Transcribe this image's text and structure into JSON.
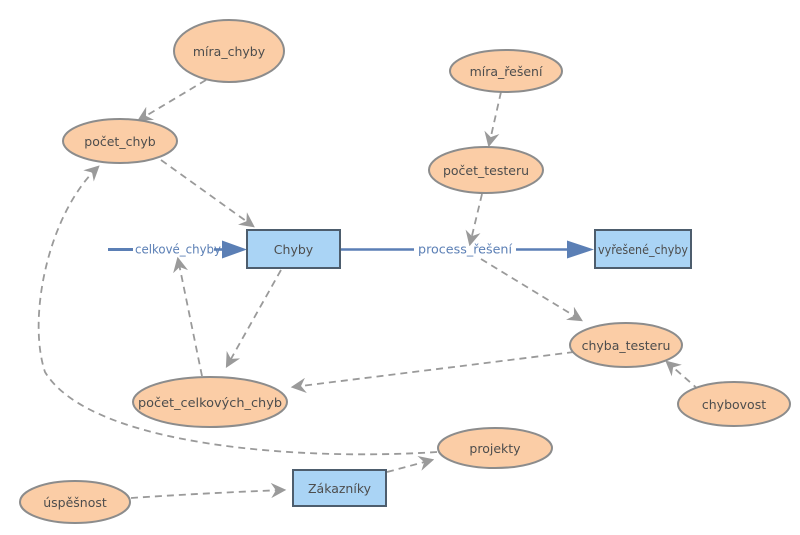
{
  "diagram": {
    "type": "system-dynamics-model",
    "colors": {
      "background": "#ffffff",
      "variable_fill": "#fbcda6",
      "variable_border": "#8c8c8c",
      "stock_fill": "#aad4f5",
      "stock_border": "#4d5d6d",
      "node_text": "#4d4d4d",
      "flow_blue": "#5b7fb5",
      "connector_gray": "#9a9a9a"
    },
    "nodes": {
      "mira_chyby": {
        "label": "míra_chyby",
        "type": "variable"
      },
      "pocet_chyb": {
        "label": "počet_chyb",
        "type": "variable"
      },
      "mira_reseni": {
        "label": "míra_řešení",
        "type": "variable"
      },
      "pocet_testeru": {
        "label": "počet_testeru",
        "type": "variable"
      },
      "chyby": {
        "label": "Chyby",
        "type": "stock"
      },
      "vyresene_chyby": {
        "label": "vyřešené_chyby",
        "type": "stock"
      },
      "chyba_testeru": {
        "label": "chyba_testeru",
        "type": "variable"
      },
      "chybovost": {
        "label": "chybovost",
        "type": "variable"
      },
      "pocet_celkovych_chyb": {
        "label": "počet_celkových_chyb",
        "type": "variable"
      },
      "projekty": {
        "label": "projekty",
        "type": "variable"
      },
      "zakazniky": {
        "label": "Zákazníky",
        "type": "stock"
      },
      "uspesnost": {
        "label": "úspěšnost",
        "type": "variable"
      }
    },
    "flows": [
      {
        "label": "celkové_chyby",
        "from": "source",
        "to": "Chyby"
      },
      {
        "label": "process_řešení",
        "from": "Chyby",
        "to": "vyřešené_chyby"
      }
    ],
    "edges": [
      {
        "from": "míra_chyby",
        "to": "počet_chyb"
      },
      {
        "from": "projekty",
        "to": "počet_chyb"
      },
      {
        "from": "počet_chyb",
        "to": "Chyby"
      },
      {
        "from": "počet_celkových_chyb",
        "to": "celkové_chyby"
      },
      {
        "from": "Chyby",
        "to": "počet_celkových_chyb"
      },
      {
        "from": "chyba_testeru",
        "to": "počet_celkových_chyb"
      },
      {
        "from": "míra_řešení",
        "to": "počet_testeru"
      },
      {
        "from": "počet_testeru",
        "to": "process_řešení"
      },
      {
        "from": "process_řešení",
        "to": "chyba_testeru"
      },
      {
        "from": "chybovost",
        "to": "chyba_testeru"
      },
      {
        "from": "úspěšnost",
        "to": "Zákazníky"
      },
      {
        "from": "Zákazníky",
        "to": "projekty"
      }
    ]
  }
}
